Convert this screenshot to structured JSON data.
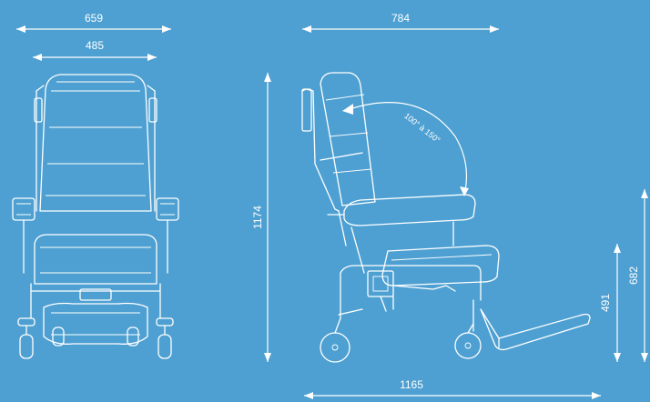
{
  "colors": {
    "background": "#4ea0d2",
    "line": "#ffffff"
  },
  "dimensions": {
    "overall_width": "659",
    "seat_width": "485",
    "depth": "784",
    "height": "1174",
    "length_reclined": "1165",
    "seat_height": "491",
    "armrest_height": "682"
  },
  "annotations": {
    "recline_range": "100° à 150°"
  },
  "views": {
    "front": {
      "icon": "wheelchair-front-icon"
    },
    "side": {
      "icon": "wheelchair-side-icon"
    }
  }
}
